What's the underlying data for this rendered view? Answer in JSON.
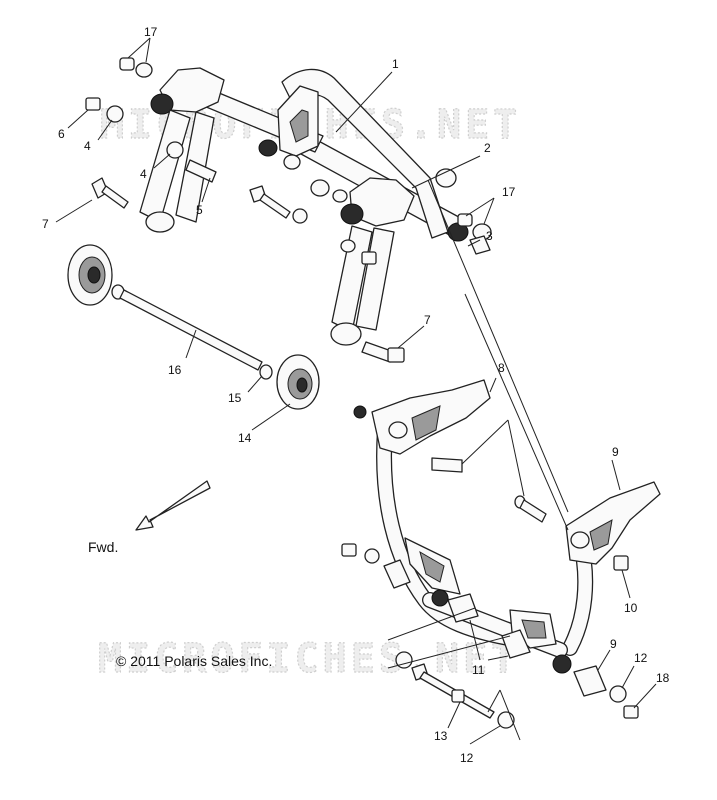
{
  "watermark": "MICROFICHES.NET",
  "copyright": "© 2011 Polaris Sales Inc.",
  "direction_label": "Fwd.",
  "callouts": [
    "17",
    "1",
    "6",
    "4",
    "4",
    "2",
    "17",
    "5",
    "7",
    "3",
    "7",
    "16",
    "15",
    "14",
    "8",
    "9",
    "10",
    "9",
    "12",
    "11",
    "18",
    "13",
    "12"
  ]
}
